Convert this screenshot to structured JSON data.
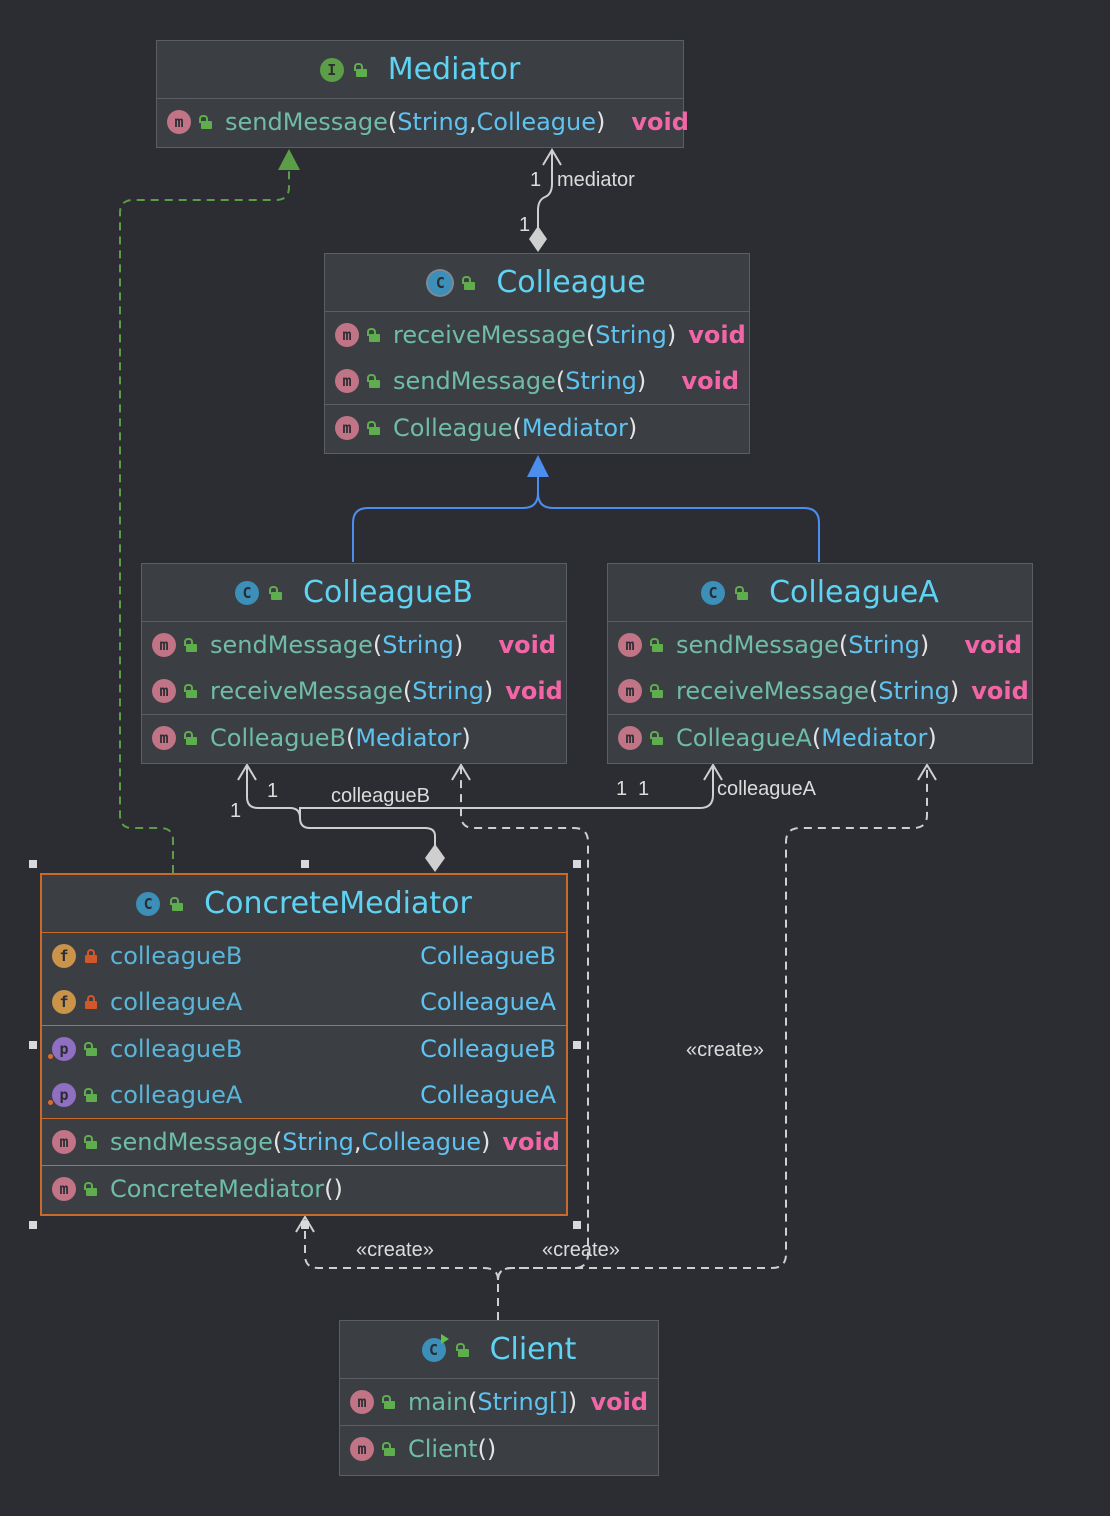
{
  "nodes": {
    "mediator": {
      "title": "Mediator",
      "kind_icon": "interface-icon",
      "methods": [
        {
          "name": "sendMessage",
          "params": [
            "String",
            "Colleague"
          ],
          "returns": "void",
          "abstract": true
        }
      ]
    },
    "colleague": {
      "title": "Colleague",
      "kind_icon": "abstract-class-icon",
      "methods": [
        {
          "name": "receiveMessage",
          "params": [
            "String"
          ],
          "returns": "void",
          "abstract": true
        },
        {
          "name": "sendMessage",
          "params": [
            "String"
          ],
          "returns": "void",
          "abstract": true
        }
      ],
      "constructors": [
        {
          "name": "Colleague",
          "params": [
            "Mediator"
          ]
        }
      ]
    },
    "colleagueB": {
      "title": "ColleagueB",
      "kind_icon": "class-icon",
      "methods": [
        {
          "name": "sendMessage",
          "params": [
            "String"
          ],
          "returns": "void"
        },
        {
          "name": "receiveMessage",
          "params": [
            "String"
          ],
          "returns": "void"
        }
      ],
      "constructors": [
        {
          "name": "ColleagueB",
          "params": [
            "Mediator"
          ]
        }
      ]
    },
    "colleagueA": {
      "title": "ColleagueA",
      "kind_icon": "class-icon",
      "methods": [
        {
          "name": "sendMessage",
          "params": [
            "String"
          ],
          "returns": "void"
        },
        {
          "name": "receiveMessage",
          "params": [
            "String"
          ],
          "returns": "void"
        }
      ],
      "constructors": [
        {
          "name": "ColleagueA",
          "params": [
            "Mediator"
          ]
        }
      ]
    },
    "concreteMediator": {
      "title": "ConcreteMediator",
      "kind_icon": "class-icon",
      "fields": [
        {
          "name": "colleagueB",
          "type": "ColleagueB"
        },
        {
          "name": "colleagueA",
          "type": "ColleagueA"
        }
      ],
      "properties": [
        {
          "name": "colleagueB",
          "type": "ColleagueB"
        },
        {
          "name": "colleagueA",
          "type": "ColleagueA"
        }
      ],
      "methods": [
        {
          "name": "sendMessage",
          "params": [
            "String",
            "Colleague"
          ],
          "returns": "void"
        }
      ],
      "constructors": [
        {
          "name": "ConcreteMediator",
          "params": []
        }
      ]
    },
    "client": {
      "title": "Client",
      "kind_icon": "runnable-class-icon",
      "methods": [
        {
          "name": "main",
          "params": [
            "String[]"
          ],
          "returns": "void",
          "static": true
        }
      ],
      "constructors": [
        {
          "name": "Client",
          "params": []
        }
      ]
    }
  },
  "edge_labels": {
    "mediator_role": "mediator",
    "mediator_mult_top": "1",
    "mediator_mult_bottom": "1",
    "colleagueB_role": "colleagueB",
    "colleagueB_mult_a": "1",
    "colleagueB_mult_b": "1",
    "colleagueA_role": "colleagueA",
    "colleagueA_mult_a": "1",
    "colleagueA_mult_b": "1",
    "create_1": "«create»",
    "create_2": "«create»",
    "create_3": "«create»"
  },
  "colors": {
    "background": "#2b2d33",
    "node_fill": "#3b3e43",
    "title": "#5fd3f3",
    "method_name": "#6fbca7",
    "type": "#5fc3f1",
    "return_keyword": "#f266a8",
    "realization_edge": "#5c9e48",
    "inheritance_edge": "#4c8ef0",
    "association_edge": "#cfcfcf",
    "selection": "#c76a2b"
  }
}
